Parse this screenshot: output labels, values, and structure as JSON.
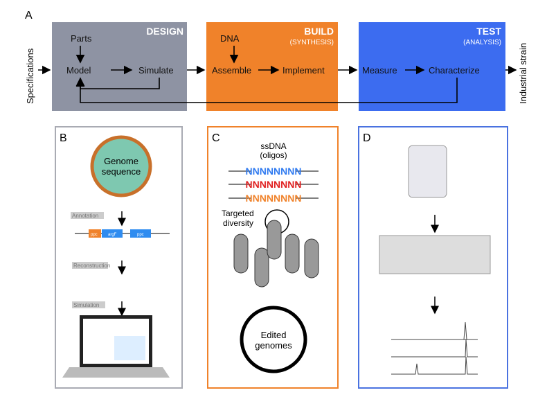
{
  "panel_a": {
    "label": "A",
    "input": "Specifications",
    "output": "Industrial strain",
    "design": {
      "title": "DESIGN",
      "parts": "Parts",
      "model": "Model",
      "simulate": "Simulate",
      "color": "#8e93a3"
    },
    "build": {
      "title": "BUILD",
      "subtitle": "(SYNTHESIS)",
      "dna": "DNA",
      "assemble": "Assemble",
      "implement": "Implement",
      "color": "#f0822a"
    },
    "test": {
      "title": "TEST",
      "subtitle": "(ANALYSIS)",
      "measure": "Measure",
      "characterize": "Characterize",
      "color": "#3c6cf0"
    }
  },
  "panel_b": {
    "label": "B",
    "genome": "Genome",
    "sequence": "sequence",
    "annotation": "Annotation",
    "reconstruction": "Reconstruction",
    "simulation": "Simulation",
    "genes": [
      "ppc",
      "argF",
      "ppc"
    ],
    "border": "#a9abb3"
  },
  "panel_c": {
    "label": "C",
    "ssdna": "ssDNA",
    "oligos": "(oligos)",
    "oligo_seq": "NNNNNNNN",
    "targeted": "Targeted",
    "diversity": "diversity",
    "edited": "Edited",
    "genomes": "genomes",
    "border": "#f0822a"
  },
  "panel_d": {
    "label": "D",
    "border": "#4a72e0"
  }
}
